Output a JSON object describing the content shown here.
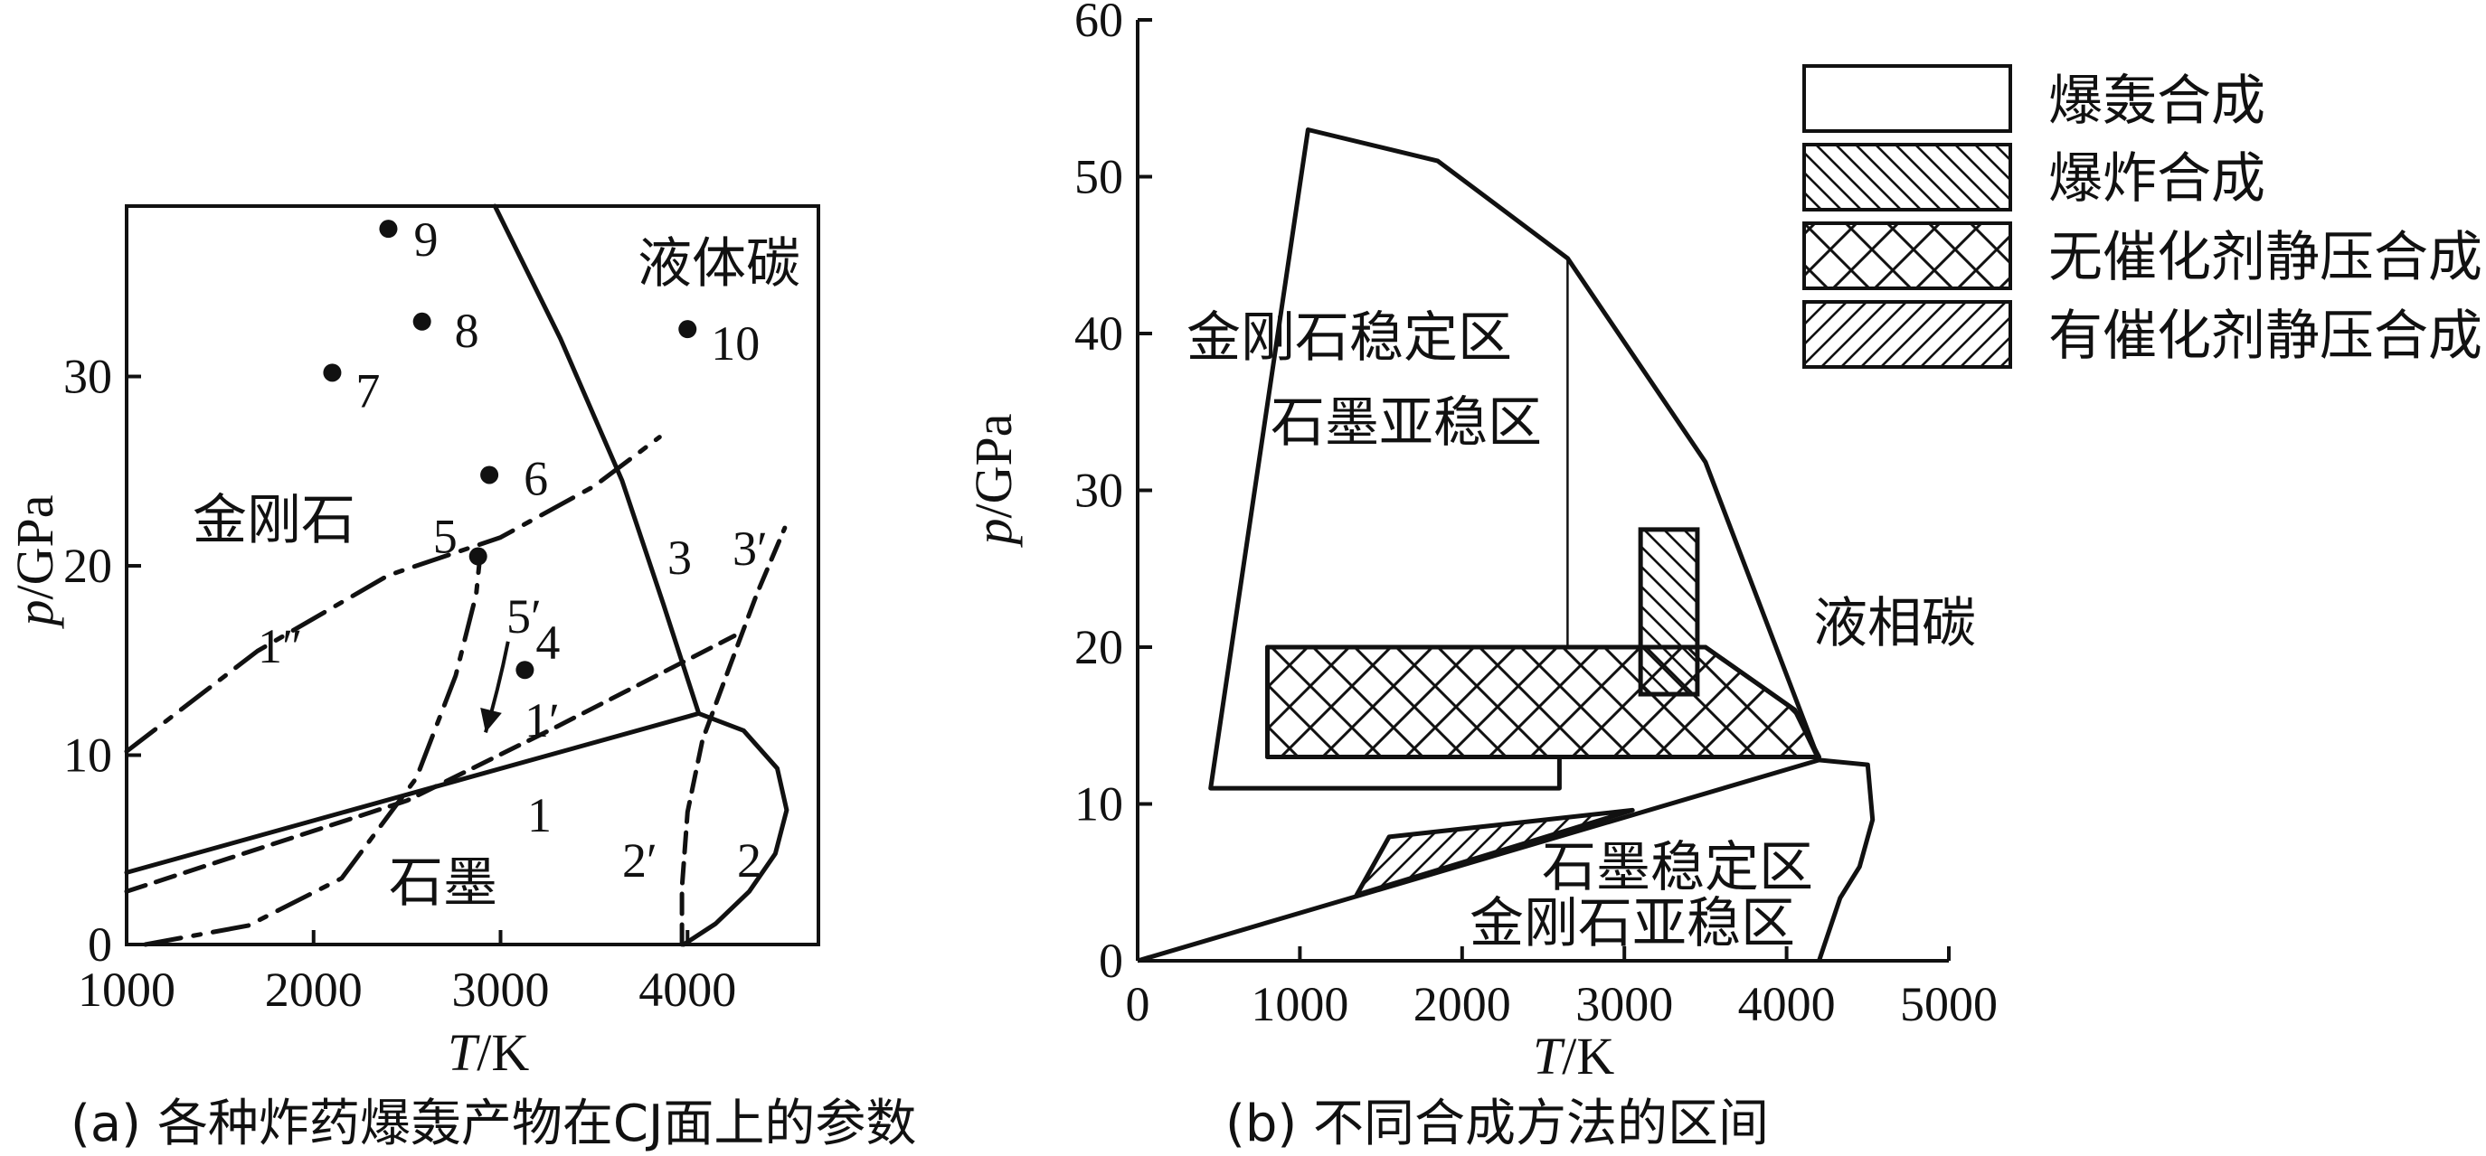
{
  "chart_data": [
    {
      "type": "line",
      "caption": "(a) 各种炸药爆轰产物在CJ面上的参数",
      "xlabel_italic": "T",
      "xlabel_unit": "/K",
      "ylabel_italic": "p",
      "ylabel_unit": "/GPa",
      "xlim": [
        1000,
        4700
      ],
      "ylim": [
        0,
        39
      ],
      "xticks": [
        "1000",
        "2000",
        "3000",
        "4000"
      ],
      "yticks": [
        "0",
        "10",
        "20",
        "30"
      ],
      "regions": {
        "diamond": "金刚石",
        "graphite": "石墨",
        "liquid": "液体碳"
      },
      "curve_labels": [
        "1″",
        "1′",
        "1",
        "2′",
        "2",
        "3",
        "3′",
        "5′"
      ],
      "curves": {
        "1": [
          [
            1000,
            3.8
          ],
          [
            4060,
            12.2
          ]
        ],
        "1p": [
          [
            1000,
            2.8
          ],
          [
            2500,
            7.6
          ],
          [
            3300,
            11.5
          ],
          [
            4250,
            16.3
          ]
        ],
        "1pp": [
          [
            1000,
            10.2
          ],
          [
            1700,
            15.5
          ],
          [
            2400,
            19.5
          ],
          [
            3000,
            21.5
          ],
          [
            3500,
            24.2
          ],
          [
            3850,
            26.8
          ]
        ],
        "2": [
          [
            4060,
            12.2
          ],
          [
            4300,
            11.3
          ],
          [
            4480,
            9.3
          ],
          [
            4530,
            7.1
          ],
          [
            4470,
            4.8
          ],
          [
            4330,
            2.8
          ],
          [
            4150,
            1.1
          ],
          [
            3980,
            0
          ]
        ],
        "2p": [
          [
            3970,
            0
          ],
          [
            3970,
            3.0
          ],
          [
            4000,
            7.0
          ],
          [
            4080,
            10.8
          ],
          [
            4230,
            14.8
          ],
          [
            4370,
            18.5
          ],
          [
            4520,
            22.0
          ]
        ],
        "3": [
          [
            2970,
            39.0
          ],
          [
            3320,
            32.0
          ],
          [
            3650,
            24.5
          ],
          [
            3870,
            18.0
          ],
          [
            4060,
            12.2
          ]
        ],
        "5p": [
          [
            1100,
            0
          ],
          [
            1650,
            1.0
          ],
          [
            2150,
            3.5
          ],
          [
            2550,
            8.8
          ],
          [
            2760,
            14.2
          ],
          [
            2870,
            18.5
          ],
          [
            2890,
            20.5
          ]
        ]
      },
      "arrow_on_5p": {
        "from": [
          3040,
          16.0
        ],
        "to": [
          2920,
          11.2
        ]
      },
      "points": [
        {
          "label": "9",
          "x": 2400,
          "y": 37.8
        },
        {
          "label": "8",
          "x": 2580,
          "y": 32.9
        },
        {
          "label": "7",
          "x": 2100,
          "y": 30.2
        },
        {
          "label": "6",
          "x": 2940,
          "y": 24.8
        },
        {
          "label": "5",
          "x": 2880,
          "y": 20.5
        },
        {
          "label": "4",
          "x": 3130,
          "y": 14.5
        },
        {
          "label": "10",
          "x": 4000,
          "y": 32.5
        }
      ]
    },
    {
      "type": "area",
      "caption": "(b) 不同合成方法的区间",
      "xlabel_italic": "T",
      "xlabel_unit": "/K",
      "ylabel_italic": "p",
      "ylabel_unit": "/GPa",
      "xlim": [
        0,
        5000
      ],
      "ylim": [
        0,
        60
      ],
      "xticks": [
        "0",
        "1000",
        "2000",
        "3000",
        "4000",
        "5000"
      ],
      "yticks": [
        "0",
        "10",
        "20",
        "30",
        "40",
        "50",
        "60"
      ],
      "legend_position": "top-right",
      "legend": [
        "爆轰合成",
        "爆炸合成",
        "无催化剂静压合成",
        "有催化剂静压合成"
      ],
      "regions": {
        "diamond_stable": "金刚石稳定区",
        "graphite_metastable": "石墨亚稳区",
        "liquid": "液相碳",
        "graphite_stable": "石墨稳定区",
        "diamond_metastable": "金刚石亚稳区"
      },
      "boundary": [
        [
          0,
          0
        ],
        [
          4200,
          12.8
        ],
        [
          4500,
          12.5
        ],
        [
          4530,
          9
        ],
        [
          4450,
          6
        ],
        [
          4330,
          4
        ],
        [
          4200,
          0
        ]
      ],
      "detonation_region": [
        [
          1050,
          53
        ],
        [
          1850,
          51
        ],
        [
          2650,
          44.8
        ],
        [
          3500,
          31.8
        ],
        [
          4200,
          12.8
        ],
        [
          4050,
          16
        ],
        [
          3500,
          20
        ],
        [
          800,
          20
        ],
        [
          800,
          13
        ],
        [
          2600,
          13
        ],
        [
          2600,
          11
        ],
        [
          450,
          11
        ]
      ],
      "metastable_divider": [
        [
          2650,
          44.8
        ],
        [
          2650,
          20
        ]
      ],
      "explosive_synthesis": [
        [
          3100,
          17
        ],
        [
          3450,
          27.5
        ]
      ],
      "static_no_catalyst": [
        [
          800,
          13
        ],
        [
          4200,
          13
        ],
        [
          4050,
          16
        ],
        [
          3500,
          20
        ],
        [
          800,
          20
        ]
      ],
      "static_catalyst": [
        [
          1350,
          4.2
        ],
        [
          1550,
          7.9
        ],
        [
          3050,
          9.6
        ],
        [
          1350,
          4.2
        ]
      ]
    }
  ]
}
